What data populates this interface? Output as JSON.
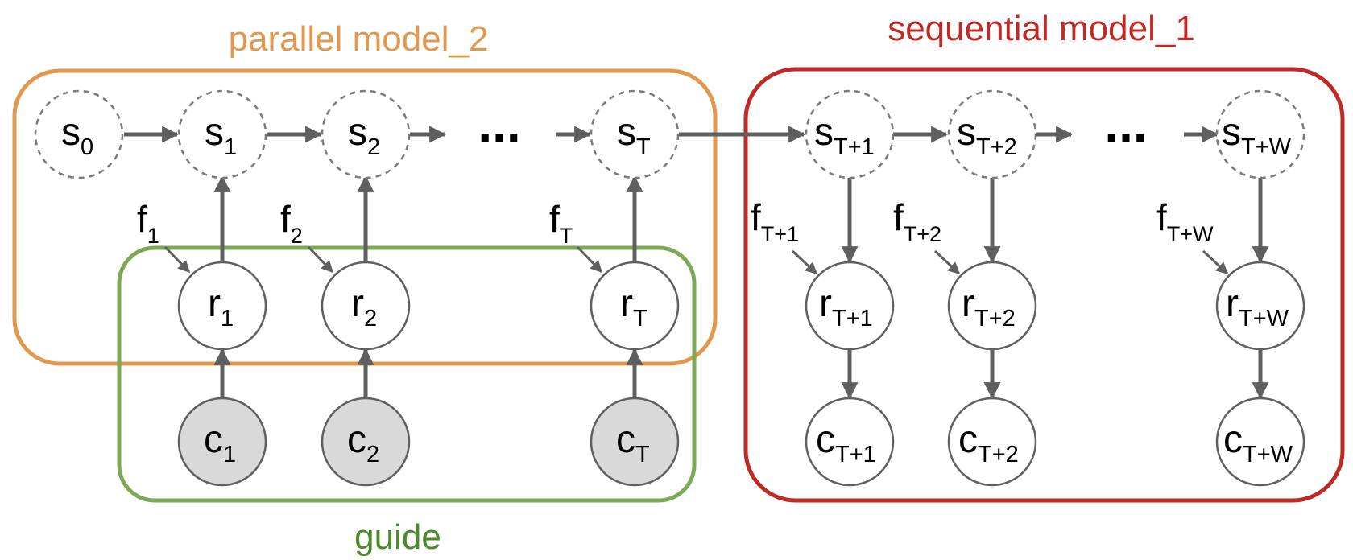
{
  "groups": {
    "parallel": {
      "title": "parallel model_2",
      "color": "#E0994E"
    },
    "sequential": {
      "title": "sequential model_1",
      "color": "#BE2B26"
    },
    "guide": {
      "title": "guide",
      "color": "#7BA956"
    }
  },
  "ellipsis": {
    "left": "...",
    "right": "..."
  },
  "states": {
    "s0": {
      "main": "s",
      "sub": "0"
    },
    "s1": {
      "main": "s",
      "sub": "1"
    },
    "s2": {
      "main": "s",
      "sub": "2"
    },
    "sT": {
      "main": "s",
      "sub": "T"
    },
    "sT1": {
      "main": "s",
      "sub": "T+1"
    },
    "sT2": {
      "main": "s",
      "sub": "T+2"
    },
    "sTW": {
      "main": "s",
      "sub": "T+W"
    }
  },
  "r_nodes": {
    "r1": {
      "main": "r",
      "sub": "1"
    },
    "r2": {
      "main": "r",
      "sub": "2"
    },
    "rT": {
      "main": "r",
      "sub": "T"
    },
    "rT1": {
      "main": "r",
      "sub": "T+1"
    },
    "rT2": {
      "main": "r",
      "sub": "T+2"
    },
    "rTW": {
      "main": "r",
      "sub": "T+W"
    }
  },
  "c_nodes": {
    "c1": {
      "main": "c",
      "sub": "1",
      "observed": true
    },
    "c2": {
      "main": "c",
      "sub": "2",
      "observed": true
    },
    "cT": {
      "main": "c",
      "sub": "T",
      "observed": true
    },
    "cT1": {
      "main": "c",
      "sub": "T+1",
      "observed": false
    },
    "cT2": {
      "main": "c",
      "sub": "T+2",
      "observed": false
    },
    "cTW": {
      "main": "c",
      "sub": "T+W",
      "observed": false
    }
  },
  "f_labels": {
    "f1": {
      "main": "f",
      "sub": "1"
    },
    "f2": {
      "main": "f",
      "sub": "2"
    },
    "fT": {
      "main": "f",
      "sub": "T"
    },
    "fT1": {
      "main": "f",
      "sub": "T+1"
    },
    "fT2": {
      "main": "f",
      "sub": "T+2"
    },
    "fTW": {
      "main": "f",
      "sub": "T+W"
    }
  },
  "colors": {
    "edge": "#5f5f5f",
    "node_stroke": "#606060",
    "observed_fill": "#d9d9d9"
  }
}
